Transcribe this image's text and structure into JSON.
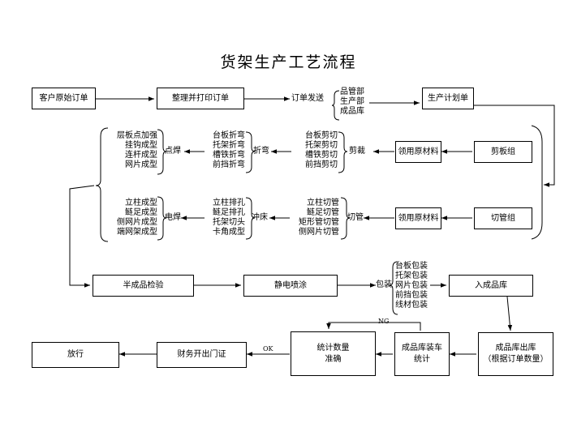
{
  "title": "货架生产工艺流程",
  "boxes": {
    "customer_order": "客户原始订单",
    "print_order": "整理并打印订单",
    "production_plan": "生产计划单",
    "shear_group": "剪板组",
    "get_material_1": "领用原材料",
    "get_material_2": "领用原材料",
    "tube_group": "切管组",
    "semi_inspect": "半成品检验",
    "spray": "静电喷涂",
    "warehouse_in": "入成品库",
    "warehouse_out_1": "成品库出库",
    "warehouse_out_2": "（根据订单数量）",
    "loading_1": "成品库装车",
    "loading_2": "统计",
    "count_1": "统计数量",
    "count_2": "准确",
    "finance": "财务开出门证",
    "release": "放行"
  },
  "labels": {
    "order_send": "订单发送",
    "dept_list": [
      "品管部",
      "生产部",
      "成品库"
    ],
    "spot_weld": "点焊",
    "bend": "折弯",
    "shear": "剪裁",
    "arc_weld": "电焊",
    "punch": "冲床",
    "tube_cut": "切管",
    "pack": "包装",
    "ng": "NG",
    "ok": "OK"
  },
  "lists": {
    "spot_weld_items": [
      "层板点加强",
      "挂钩成型",
      "连杆成型",
      "网片成型"
    ],
    "bend_items": [
      "台板折弯",
      "托架折弯",
      "槽铁折弯",
      "前挡折弯"
    ],
    "shear_items": [
      "台板剪切",
      "托架剪切",
      "槽铁剪切",
      "前挡剪切"
    ],
    "arc_weld_items": [
      "立柱成型",
      "鲢足成型",
      "侧网片成型",
      "端网架成型"
    ],
    "punch_items": [
      "立柱排孔",
      "鲢足排孔",
      "托架切头",
      "卡角成型"
    ],
    "tube_items": [
      "立柱切管",
      "鲢足切管",
      "矩形管切管",
      "侧网片切管"
    ],
    "pack_items": [
      "台板包装",
      "托架包装",
      "网片包装",
      "前挡包装",
      "线材包装"
    ]
  }
}
